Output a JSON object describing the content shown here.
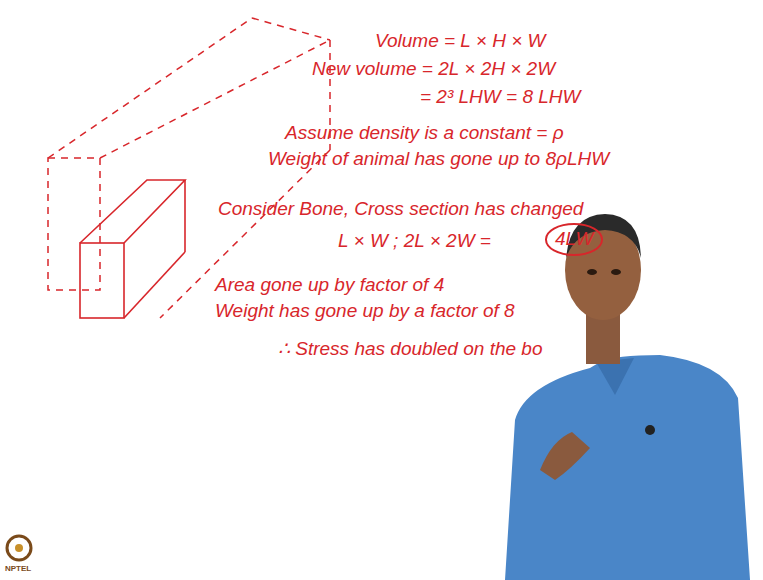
{
  "diagram": {
    "labels": [
      "Volume = L × H × W",
      "New volume = 2L × 2H × 2W",
      "= 2³ LHW = 8 LHW",
      "Assume density is a constant = ρ",
      "Weight of animal has gone up to 8ρLHW",
      "Consider Bone, Cross section has changed",
      "L × W ; 2L × 2W =",
      "4LW",
      "Area gone up by factor of 4",
      "Weight has gone up by a factor of 8",
      "∴ Stress has doubled on the bo",
      "NPTEL"
    ]
  }
}
